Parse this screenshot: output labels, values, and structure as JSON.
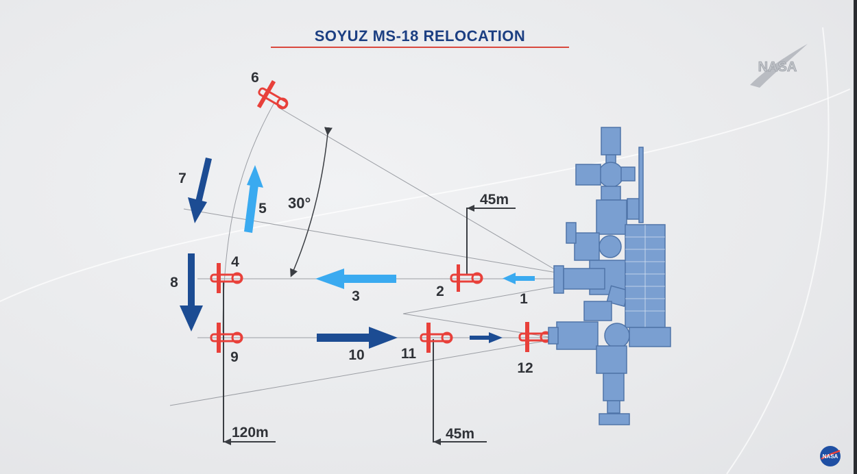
{
  "header": {
    "title": "SOYUZ MS-18 RELOCATION"
  },
  "angle": {
    "label": "30°"
  },
  "steps": [
    {
      "label": "1"
    },
    {
      "label": "2"
    },
    {
      "label": "3"
    },
    {
      "label": "4"
    },
    {
      "label": "5"
    },
    {
      "label": "6"
    },
    {
      "label": "7"
    },
    {
      "label": "8"
    },
    {
      "label": "9"
    },
    {
      "label": "10"
    },
    {
      "label": "11"
    },
    {
      "label": "12"
    }
  ],
  "distances": {
    "upper_45": "45m",
    "lower_120": "120m",
    "lower_45": "45m"
  },
  "logos": {
    "corner": "NASA",
    "meatball": "NASA"
  },
  "colors": {
    "title": "#1c3f82",
    "title_rule": "#d9473c",
    "soyuz": "#e8403a",
    "arrow_light": "#3aaaf0",
    "arrow_dark": "#1c4c93",
    "station": "#7a9fd1"
  }
}
